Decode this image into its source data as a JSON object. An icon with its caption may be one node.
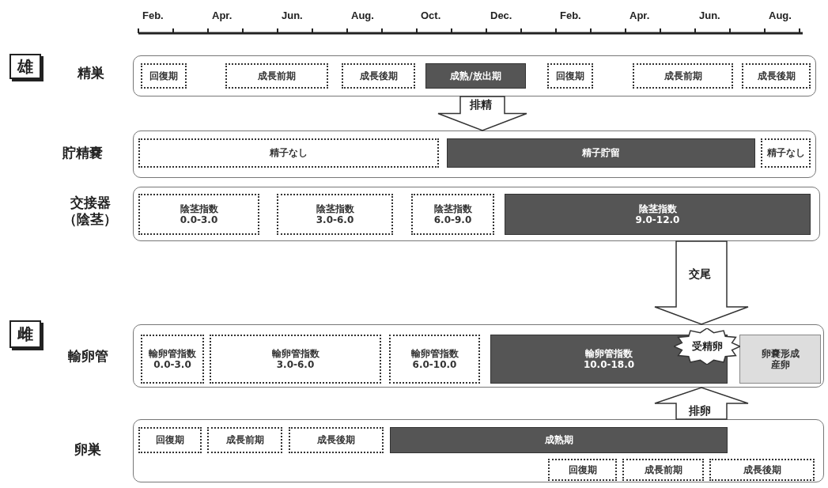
{
  "diagram": {
    "nodes": [
      {
        "text": [
          "雄"
        ]
      },
      {
        "text": [
          "精巣"
        ]
      },
      {
        "text": [
          "回復期"
        ],
        "in": 1
      },
      {
        "text": [
          "成長前期"
        ],
        "in": 1
      },
      {
        "text": [
          "成長後期"
        ],
        "in": 1
      },
      {
        "text": [
          "成熟/放出期"
        ],
        "in": 1
      },
      {
        "text": [
          "回復期"
        ],
        "in": 1
      },
      {
        "text": [
          "成長前期"
        ],
        "in": 1
      },
      {
        "text": [
          "成長後期"
        ],
        "in": 1
      },
      {
        "text": [
          "貯精嚢"
        ]
      },
      {
        "text": [
          "精子なし"
        ],
        "in": 9
      },
      {
        "text": [
          "精子貯留"
        ],
        "in": 9
      },
      {
        "text": [
          "精子なし"
        ],
        "in": 9
      },
      {
        "text": [
          "交接器（陰茎）"
        ]
      },
      {
        "text": [
          "陰茎指数",
          "0.0-3.0"
        ],
        "in": 13
      },
      {
        "text": [
          "陰茎指数",
          "3.0-6.0"
        ],
        "in": 13
      },
      {
        "text": [
          "陰茎指数",
          "6.0-9.0"
        ],
        "in": 13
      },
      {
        "text": [
          "陰茎指数",
          "9.0-12.0"
        ],
        "in": 13
      },
      {
        "text": [
          "雌"
        ]
      },
      {
        "text": [
          "輸卵管"
        ]
      },
      {
        "text": [
          "輸卵管指数",
          "0.0-3.0"
        ],
        "in": 19
      },
      {
        "text": [
          "輸卵管指数",
          "3.0-6.0"
        ],
        "in": 19
      },
      {
        "text": [
          "輸卵管指数",
          "6.0-10.0"
        ],
        "in": 19
      },
      {
        "text": [
          "輸卵管指数",
          "10.0-18.0"
        ],
        "in": 19
      },
      {
        "text": [
          "受精卵"
        ],
        "in": 19
      },
      {
        "text": [
          "卵嚢形成",
          "産卵"
        ],
        "in": 19
      },
      {
        "text": [
          "卵巣"
        ]
      },
      {
        "text": [
          "回復期"
        ],
        "in": 26
      },
      {
        "text": [
          "成長前期"
        ],
        "in": 26
      },
      {
        "text": [
          "成長後期"
        ],
        "in": 26
      },
      {
        "text": [
          "成熟期"
        ],
        "in": 26
      },
      {
        "text": [
          "回復期"
        ],
        "in": 26
      },
      {
        "text": [
          "成長前期"
        ],
        "in": 26
      },
      {
        "text": [
          "成長後期"
        ],
        "in": 26
      }
    ],
    "edges": [
      {
        "from": 1,
        "to": 9,
        "arrow": "to",
        "label": "排精"
      },
      {
        "from": 13,
        "to": 19,
        "arrow": "to",
        "label": "交尾"
      },
      {
        "from": 26,
        "to": 19,
        "arrow": "to",
        "label": "排卵"
      }
    ],
    "labels": [
      "Feb.",
      "Apr.",
      "Jun.",
      "Aug.",
      "Oct.",
      "Dec.",
      "Feb.",
      "Apr.",
      "Jun.",
      "Aug."
    ]
  }
}
